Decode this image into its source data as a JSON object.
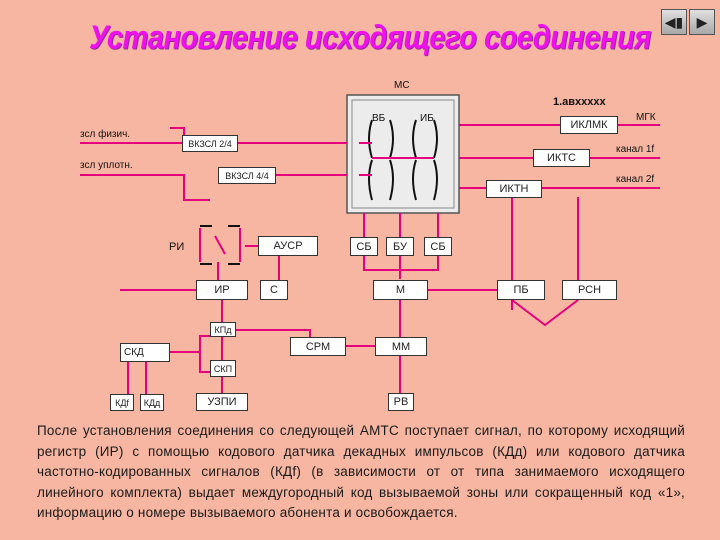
{
  "title": "Установление исходящего соединения",
  "nav": {
    "play_icon": "play-icon",
    "back_icon": "skip-back-icon"
  },
  "diagram": {
    "ms_label": "МС",
    "code_label": "1.авххххх",
    "mgk_label": "МГК",
    "vb_label": "ВБ",
    "ib_label": "ИБ",
    "iklmk": "ИКЛМК",
    "kanal_1f": "канал 1f",
    "ikts": "ИКТС",
    "kanal_2f": "канал 2f",
    "iktn": "ИКТН",
    "zsl_fizich": "зсл физич.",
    "zsl_uplotn": "зсл уплотн.",
    "vkzsl_2_4": "ВКЗСЛ 2/4",
    "vkzsl_4_4": "ВКЗСЛ 4/4",
    "ri": "РИ",
    "ausr": "АУСР",
    "sb_left": "СБ",
    "bu": "БУ",
    "sb_right": "СБ",
    "ir": "ИР",
    "s": "С",
    "m": "М",
    "pb": "ПБ",
    "rsn": "РСН",
    "kpd": "КПд",
    "srm": "СРМ",
    "mm": "ММ",
    "skd": "СКД",
    "skp": "СКП",
    "kdf": "КДf",
    "kdd": "КДд",
    "uzpi": "УЗПИ",
    "rv": "РВ"
  },
  "colors": {
    "title": "#ee10ee",
    "wire": "#e6007e",
    "background": "#f6b6a2",
    "switch_body": "#ececec"
  },
  "caption": "После установления соединения со следующей АМТС поступает сигнал, по которому исходящий регистр (ИР) с помощью кодового датчика декадных импульсов (КДд) или кодового датчика частотно-кодированных сигналов (КДf) (в зависимости от от типа занимаемого исходящего линейного комплекта) выдает междугородный код вызываемой зоны или сокращенный код «1», информацию о номере вызываемого абонента и освобождается."
}
